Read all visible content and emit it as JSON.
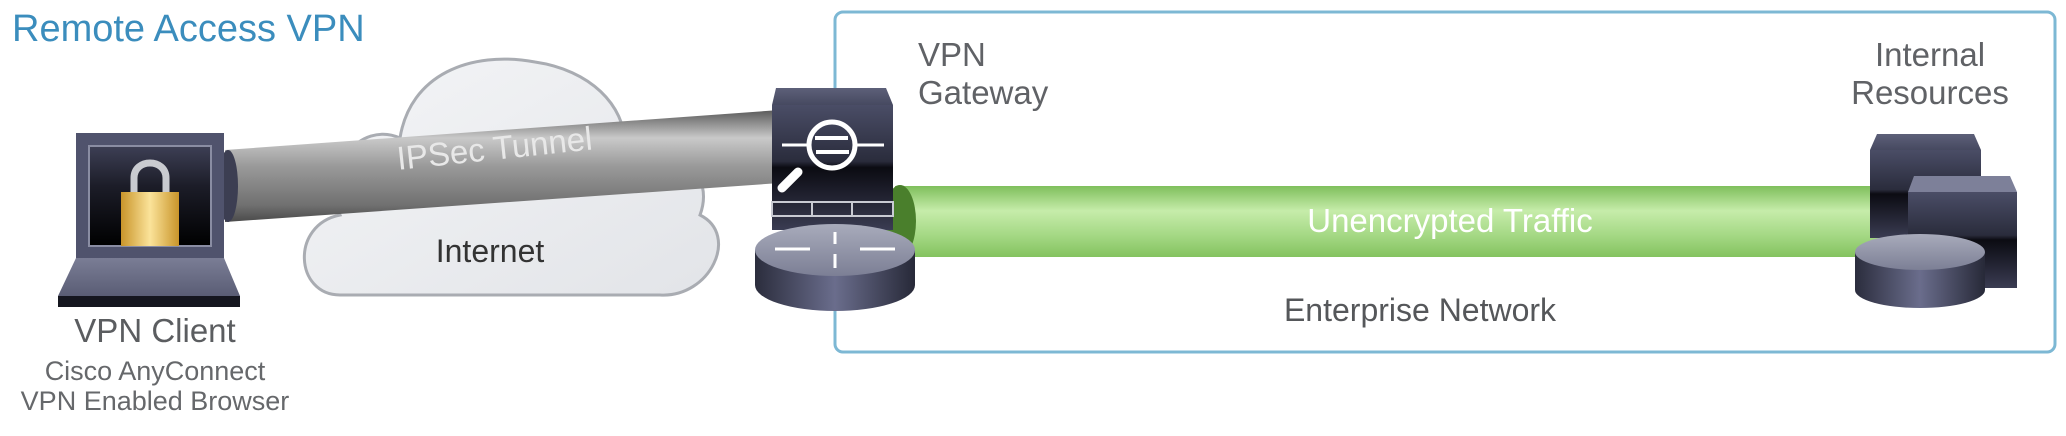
{
  "title": "Remote Access VPN",
  "nodes": {
    "client": {
      "name": "VPN Client",
      "subtitle_lines": [
        "Cisco AnyConnect",
        "VPN Enabled Browser"
      ],
      "icon": "laptop-lock-icon"
    },
    "internet": {
      "name": "Internet",
      "icon": "cloud-icon"
    },
    "gateway": {
      "name_lines": [
        "VPN",
        "Gateway"
      ],
      "icon": "firewall-router-icon"
    },
    "resources": {
      "name_lines": [
        "Internal",
        "Resources"
      ],
      "icon": "servers-icon"
    }
  },
  "links": {
    "tunnel": {
      "label": "IPSec Tunnel",
      "from": "client",
      "to": "gateway"
    },
    "traffic": {
      "label": "Unencrypted Traffic",
      "from": "gateway",
      "to": "resources"
    }
  },
  "zones": {
    "enterprise": {
      "label": "Enterprise Network"
    }
  },
  "colors": {
    "title": "#3b8dbd",
    "zone_border": "#7db8d4",
    "traffic_pipe": "#9cd37a",
    "tunnel_pipe": "#8c8c8c",
    "device": "#3f4258"
  }
}
